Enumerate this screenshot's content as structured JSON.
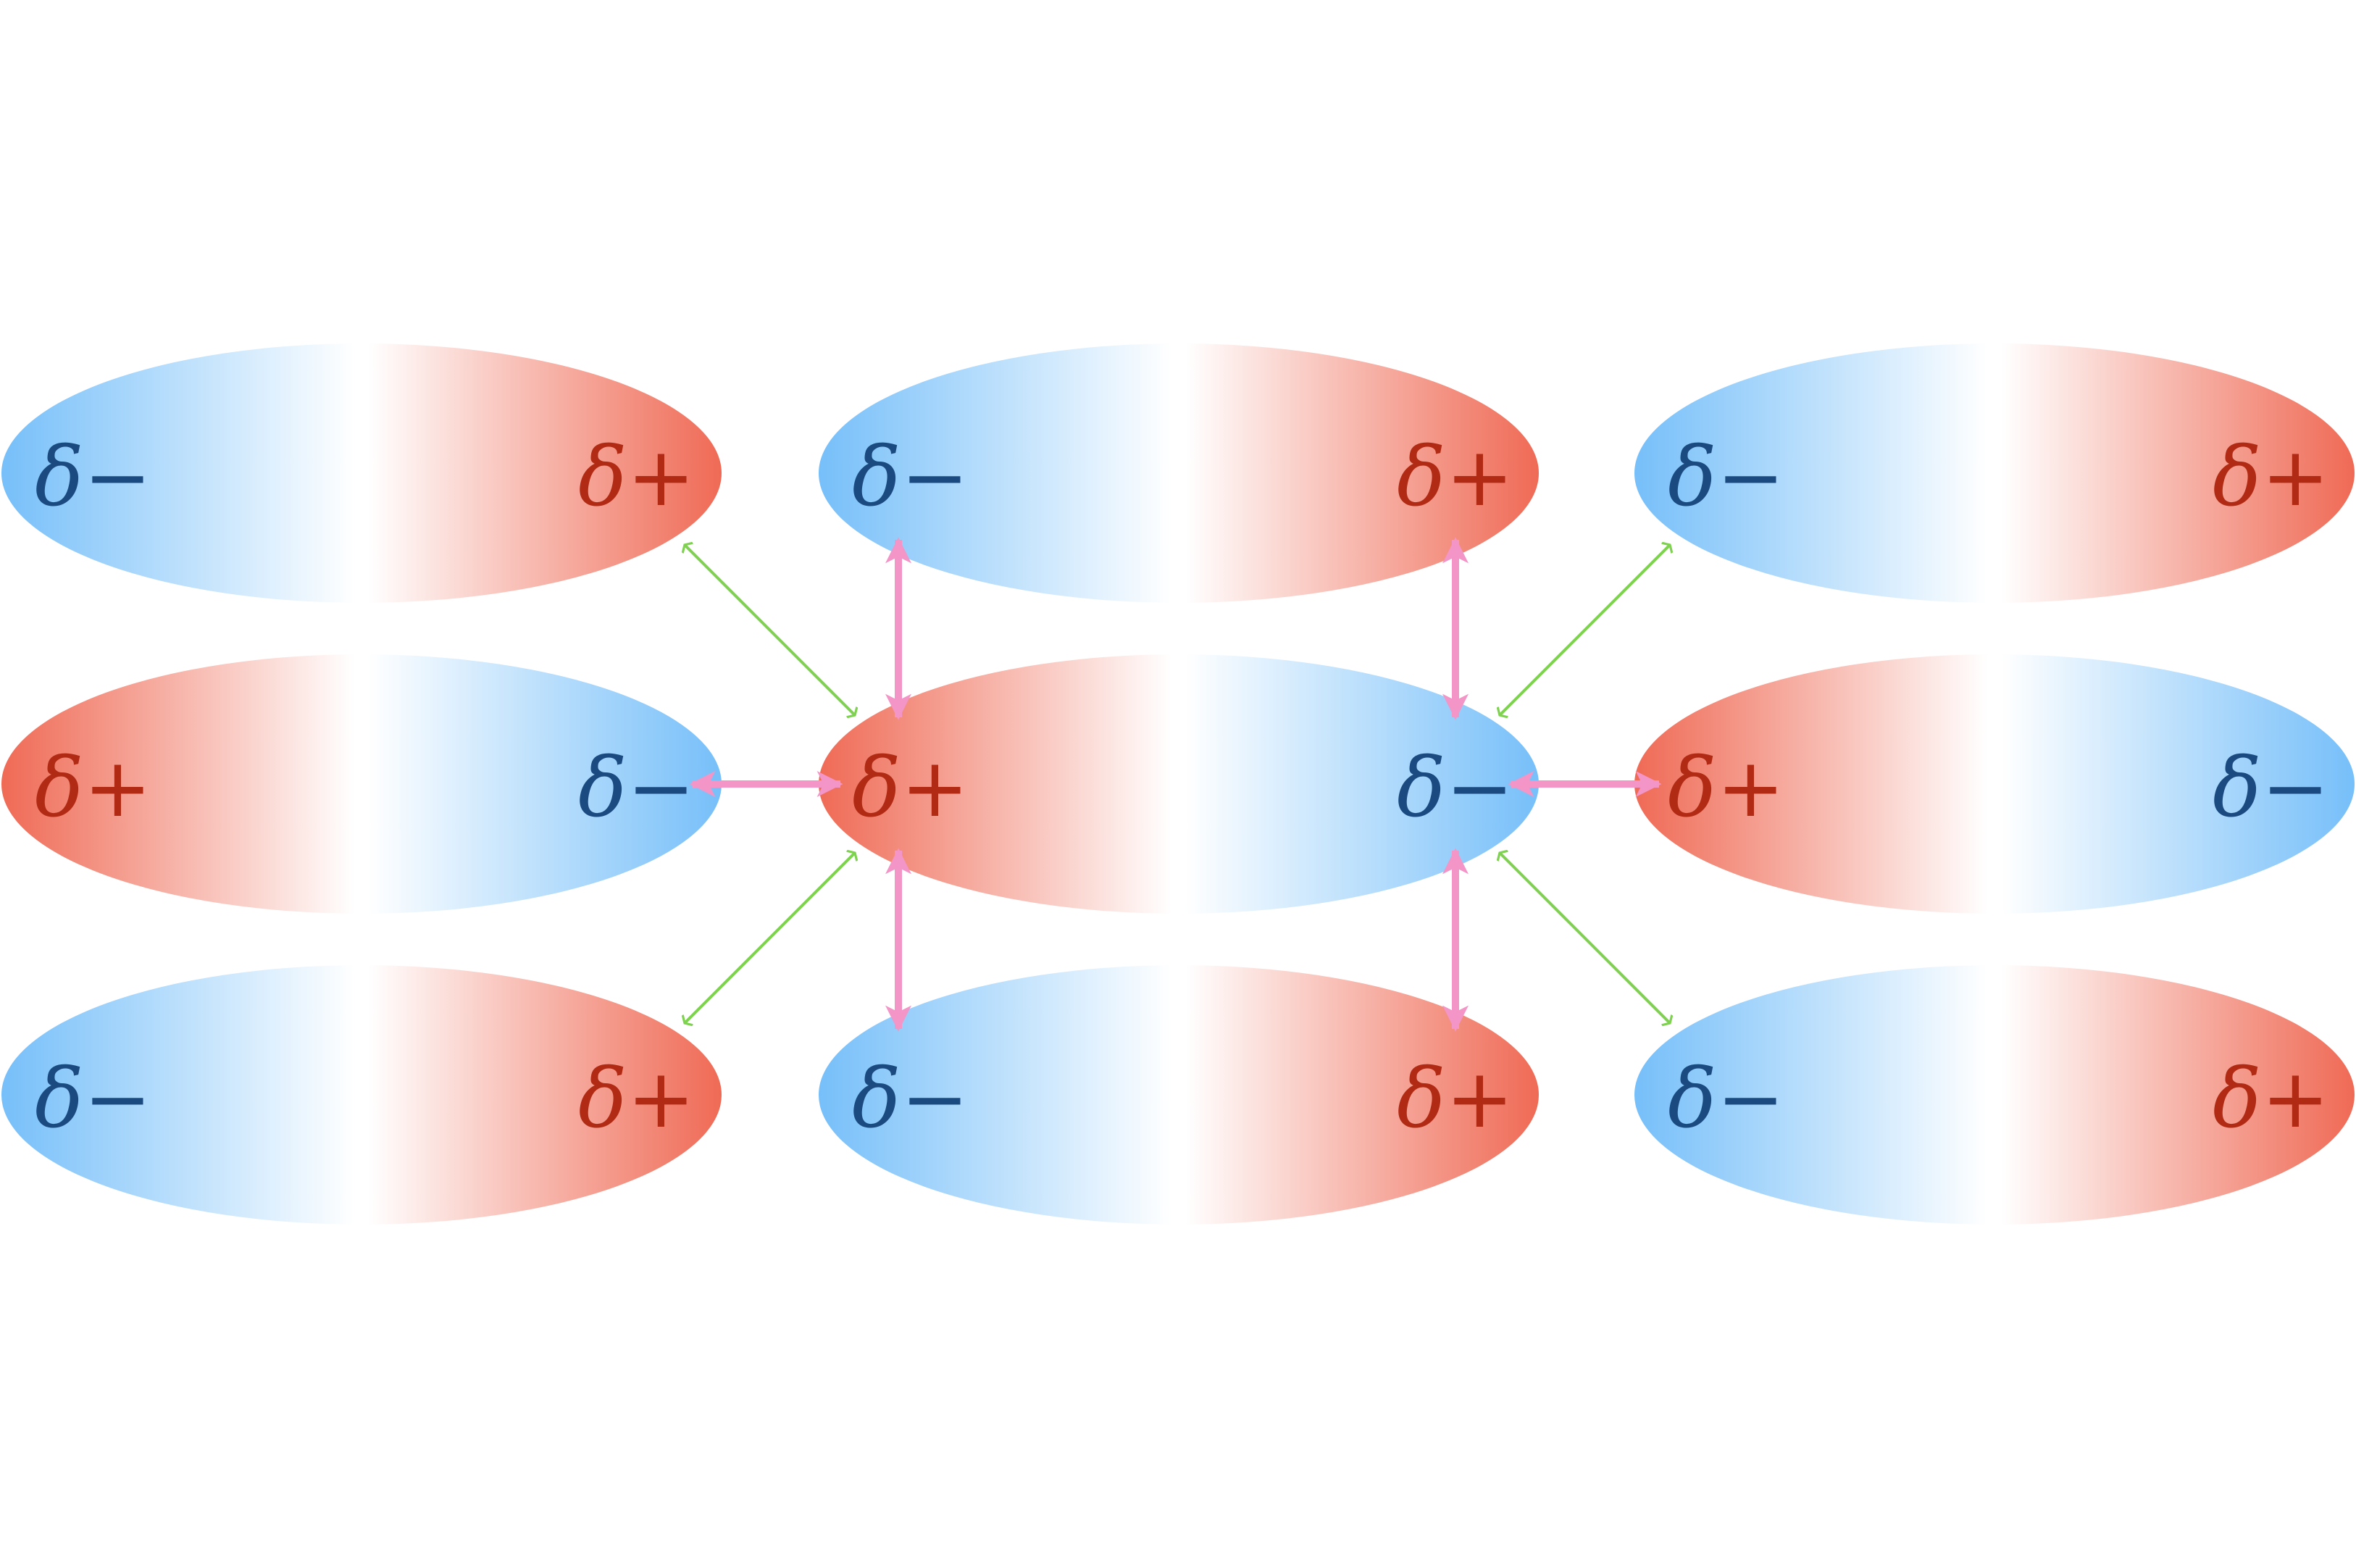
{
  "colors": {
    "negative_region": "#76bff9",
    "positive_region": "#ef6a55",
    "negative_text": "#1a4a80",
    "positive_text": "#b02a14",
    "attraction_arrow": "#f395c6",
    "repulsion_line": "#7ed24f",
    "background": "#ffffff"
  },
  "labels": {
    "neg_symbol": "δ",
    "neg_sign": "−",
    "pos_symbol": "δ",
    "pos_sign": "+"
  },
  "molecules": [
    {
      "id": "top-left",
      "orientation": "neg-pos"
    },
    {
      "id": "top-center",
      "orientation": "neg-pos"
    },
    {
      "id": "top-right",
      "orientation": "neg-pos"
    },
    {
      "id": "middle-left",
      "orientation": "pos-neg"
    },
    {
      "id": "middle-center",
      "orientation": "pos-neg"
    },
    {
      "id": "middle-right",
      "orientation": "pos-neg"
    },
    {
      "id": "bottom-left",
      "orientation": "neg-pos"
    },
    {
      "id": "bottom-center",
      "orientation": "neg-pos"
    },
    {
      "id": "bottom-right",
      "orientation": "neg-pos"
    }
  ],
  "interactions": {
    "attractions": [
      {
        "from": "middle-center",
        "to": "middle-left"
      },
      {
        "from": "middle-center",
        "to": "middle-right"
      },
      {
        "from": "middle-center",
        "to": "top-center"
      },
      {
        "from": "middle-center",
        "to": "bottom-center"
      }
    ],
    "repulsions": [
      {
        "from": "middle-center",
        "to": "top-left"
      },
      {
        "from": "middle-center",
        "to": "bottom-left"
      },
      {
        "from": "middle-center",
        "to": "top-right"
      },
      {
        "from": "middle-center",
        "to": "bottom-right"
      }
    ]
  }
}
